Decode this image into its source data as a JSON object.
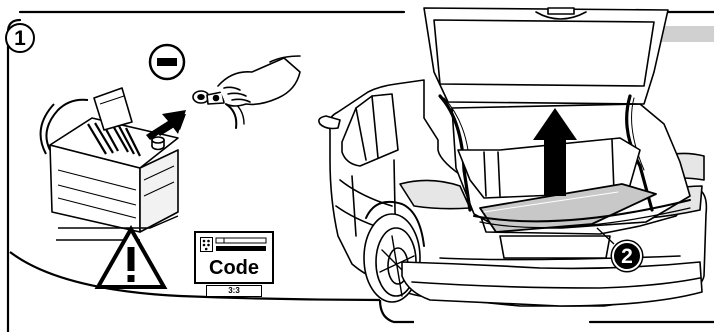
{
  "steps": {
    "step1": "1",
    "step2": "2"
  },
  "battery": {
    "terminal_sign": "−"
  },
  "code_card": {
    "label": "Code",
    "reference": "3:3"
  },
  "icons": {
    "warning": "warning-triangle-icon",
    "code_card": "code-card-icon",
    "battery": "battery-icon",
    "terminal": "negative-terminal-icon",
    "lift_arrow": "up-arrow-icon"
  }
}
